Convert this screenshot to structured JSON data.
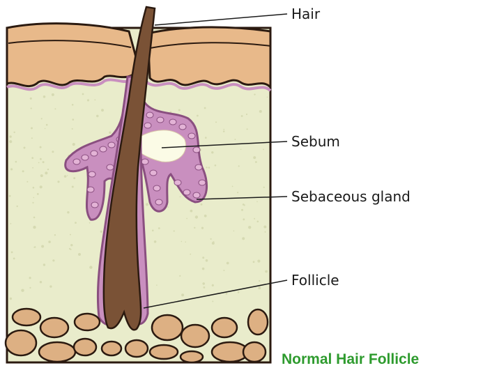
{
  "labels": {
    "hair": "Hair",
    "sebum": "Sebum",
    "sebaceous_gland": "Sebaceous gland",
    "follicle": "Follicle"
  },
  "caption": "Normal Hair Follicle",
  "colors": {
    "skin_surface": "#e8b98a",
    "dermis": "#e9eccb",
    "hair_shaft": "#7a5236",
    "gland_fill": "#c98fbf",
    "gland_outline": "#8a4f80",
    "sebum": "#fbfbe6",
    "fat_cells": "#ddb083",
    "caption_green": "#2e9b2e",
    "outline": "#2b1a10"
  }
}
